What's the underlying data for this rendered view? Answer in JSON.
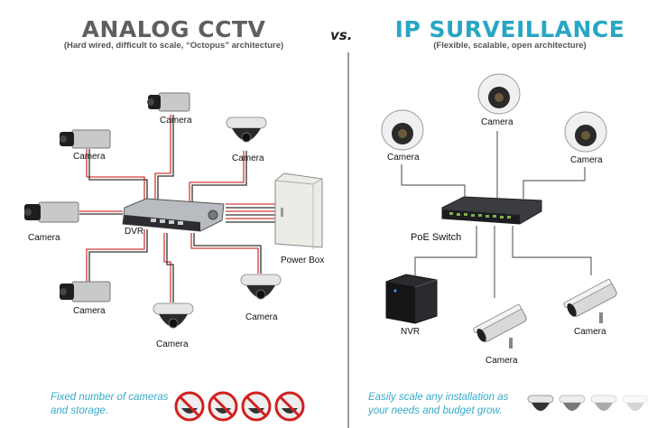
{
  "analog": {
    "title": "ANALOG CCTV",
    "subtitle": "(Hard wired, difficult to scale, “Octopus” architecture)",
    "nodes": {
      "camera_label": "Camera",
      "dvr_label": "DVR",
      "power_box_label": "Power Box"
    },
    "footnote_line1": "Fixed number of cameras",
    "footnote_line2": "and storage."
  },
  "vs_label": "vs.",
  "ip": {
    "title": "IP SURVEILLANCE",
    "subtitle": "(Flexible, scalable, open architecture)",
    "nodes": {
      "camera_label": "Camera",
      "switch_label": "PoE Switch",
      "nvr_label": "NVR"
    },
    "footnote_line1": "Easily scale any installation as",
    "footnote_line2": "your needs and budget grow."
  },
  "colors": {
    "analog_title": "#5d5f61",
    "ip_title": "#29a6c4",
    "footnote": "#35aacb",
    "wire_red": "#d23a3a",
    "prohibition_red": "#d22020"
  },
  "icons": [
    "box-camera-icon",
    "dome-camera-icon",
    "dvr-icon",
    "power-box-icon",
    "poe-switch-icon",
    "nvr-icon",
    "bullet-camera-icon",
    "prohibited-camera-icon"
  ]
}
